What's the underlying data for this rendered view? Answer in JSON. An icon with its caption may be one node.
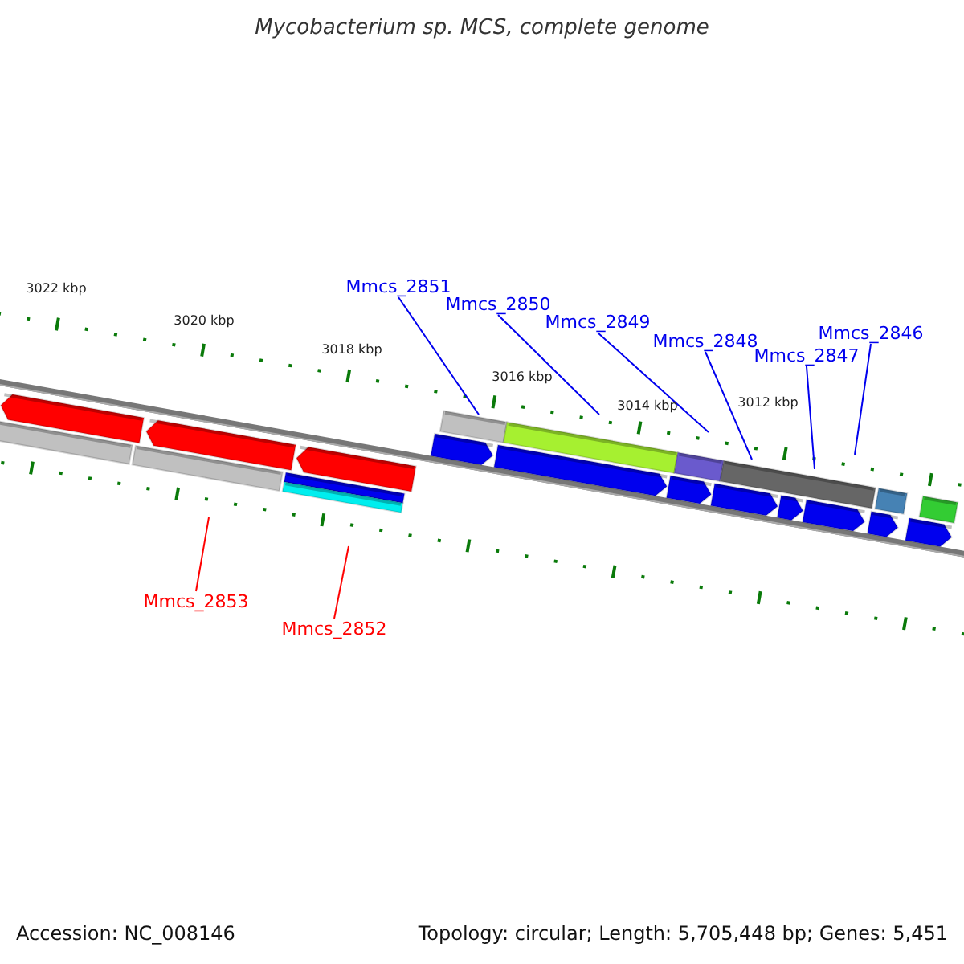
{
  "diagram": {
    "title": "Mycobacterium sp. MCS, complete genome",
    "nodes": [
      {
        "text": [
          "Mmcs_2851"
        ]
      },
      {
        "text": [
          "Mmcs_2850"
        ]
      },
      {
        "text": [
          "Mmcs_2849"
        ]
      },
      {
        "text": [
          "Mmcs_2848"
        ]
      },
      {
        "text": [
          "Mmcs_2847"
        ]
      },
      {
        "text": [
          "Mmcs_2846"
        ]
      },
      {
        "text": [
          "Mmcs_2853"
        ]
      },
      {
        "text": [
          "Mmcs_2852"
        ]
      }
    ],
    "edges": [
      {
        "from": 0,
        "to": null,
        "arrow": "none"
      },
      {
        "from": 1,
        "to": null,
        "arrow": "none"
      },
      {
        "from": 2,
        "to": null,
        "arrow": "none"
      },
      {
        "from": 3,
        "to": null,
        "arrow": "none"
      },
      {
        "from": 4,
        "to": null,
        "arrow": "none"
      },
      {
        "from": 5,
        "to": null,
        "arrow": "none"
      },
      {
        "from": 6,
        "to": null,
        "arrow": "none",
        "color": "#ff0000"
      },
      {
        "from": 7,
        "to": null,
        "arrow": "none",
        "color": "#ff0000"
      }
    ],
    "labels": [
      "3022 kbp",
      "3020 kbp",
      "3018 kbp",
      "3016 kbp",
      "3014 kbp",
      "3012 kbp",
      "Accession: NC_008146",
      "Topology: circular; Length: 5,705,448 bp; Genes: 5,451"
    ]
  }
}
